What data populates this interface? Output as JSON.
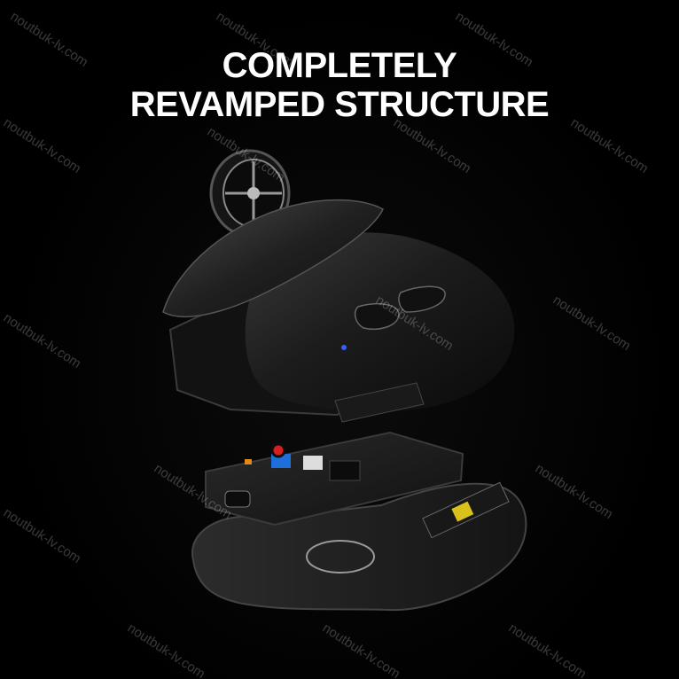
{
  "headline": {
    "line1": "COMPLETELY",
    "line2": "REVAMPED STRUCTURE"
  },
  "watermark": {
    "text": "noutbuk-lv.com"
  },
  "image": {
    "subject": "exploded-view-wireless-gaming-mouse",
    "colors": {
      "background": "#000000",
      "shell": "#1a1a1a",
      "pcb": "#1e1e1e",
      "accent_blue": "#1e6fd9",
      "accent_red": "#d81e1e",
      "led_blue": "#3a5cff"
    }
  }
}
